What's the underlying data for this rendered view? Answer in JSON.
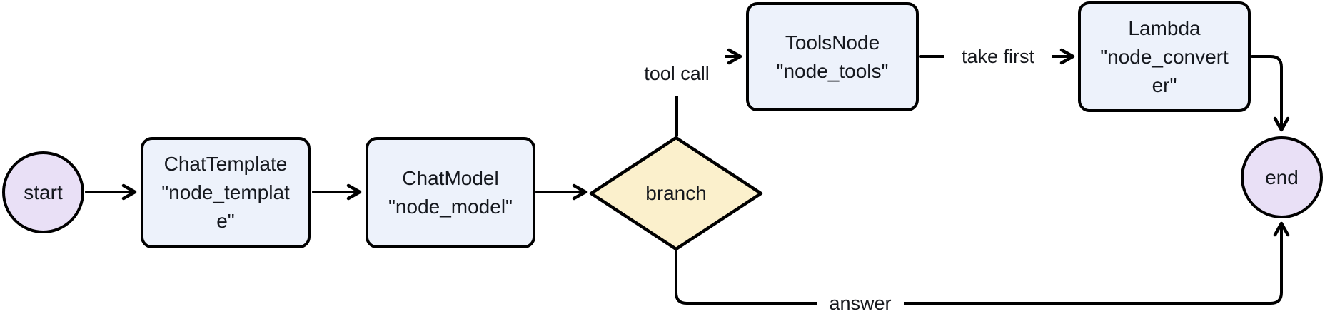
{
  "diagram": {
    "type": "flowchart",
    "direction": "left-to-right",
    "nodes": {
      "start": {
        "shape": "circle",
        "label": "start"
      },
      "template": {
        "shape": "box",
        "type": "ChatTemplate",
        "name": "\"node_template\""
      },
      "model": {
        "shape": "box",
        "type": "ChatModel",
        "name": "\"node_model\""
      },
      "branch": {
        "shape": "diamond",
        "label": "branch"
      },
      "tools": {
        "shape": "box",
        "type": "ToolsNode",
        "name": "\"node_tools\""
      },
      "converter": {
        "shape": "box",
        "type": "Lambda",
        "name": "\"node_converter\""
      },
      "end": {
        "shape": "circle",
        "label": "end"
      }
    },
    "edges": [
      {
        "from": "start",
        "to": "template",
        "label": ""
      },
      {
        "from": "template",
        "to": "model",
        "label": ""
      },
      {
        "from": "model",
        "to": "branch",
        "label": ""
      },
      {
        "from": "branch",
        "to": "tools",
        "label": "tool call"
      },
      {
        "from": "tools",
        "to": "converter",
        "label": "take first"
      },
      {
        "from": "converter",
        "to": "end",
        "label": ""
      },
      {
        "from": "branch",
        "to": "end",
        "label": "answer"
      }
    ],
    "colors": {
      "background": "#ffffff",
      "box_fill": "#edf2fb",
      "terminal_fill": "#e9e0f6",
      "decision_fill": "#fbf0cc",
      "stroke": "#000000",
      "text": "#15181e"
    }
  }
}
